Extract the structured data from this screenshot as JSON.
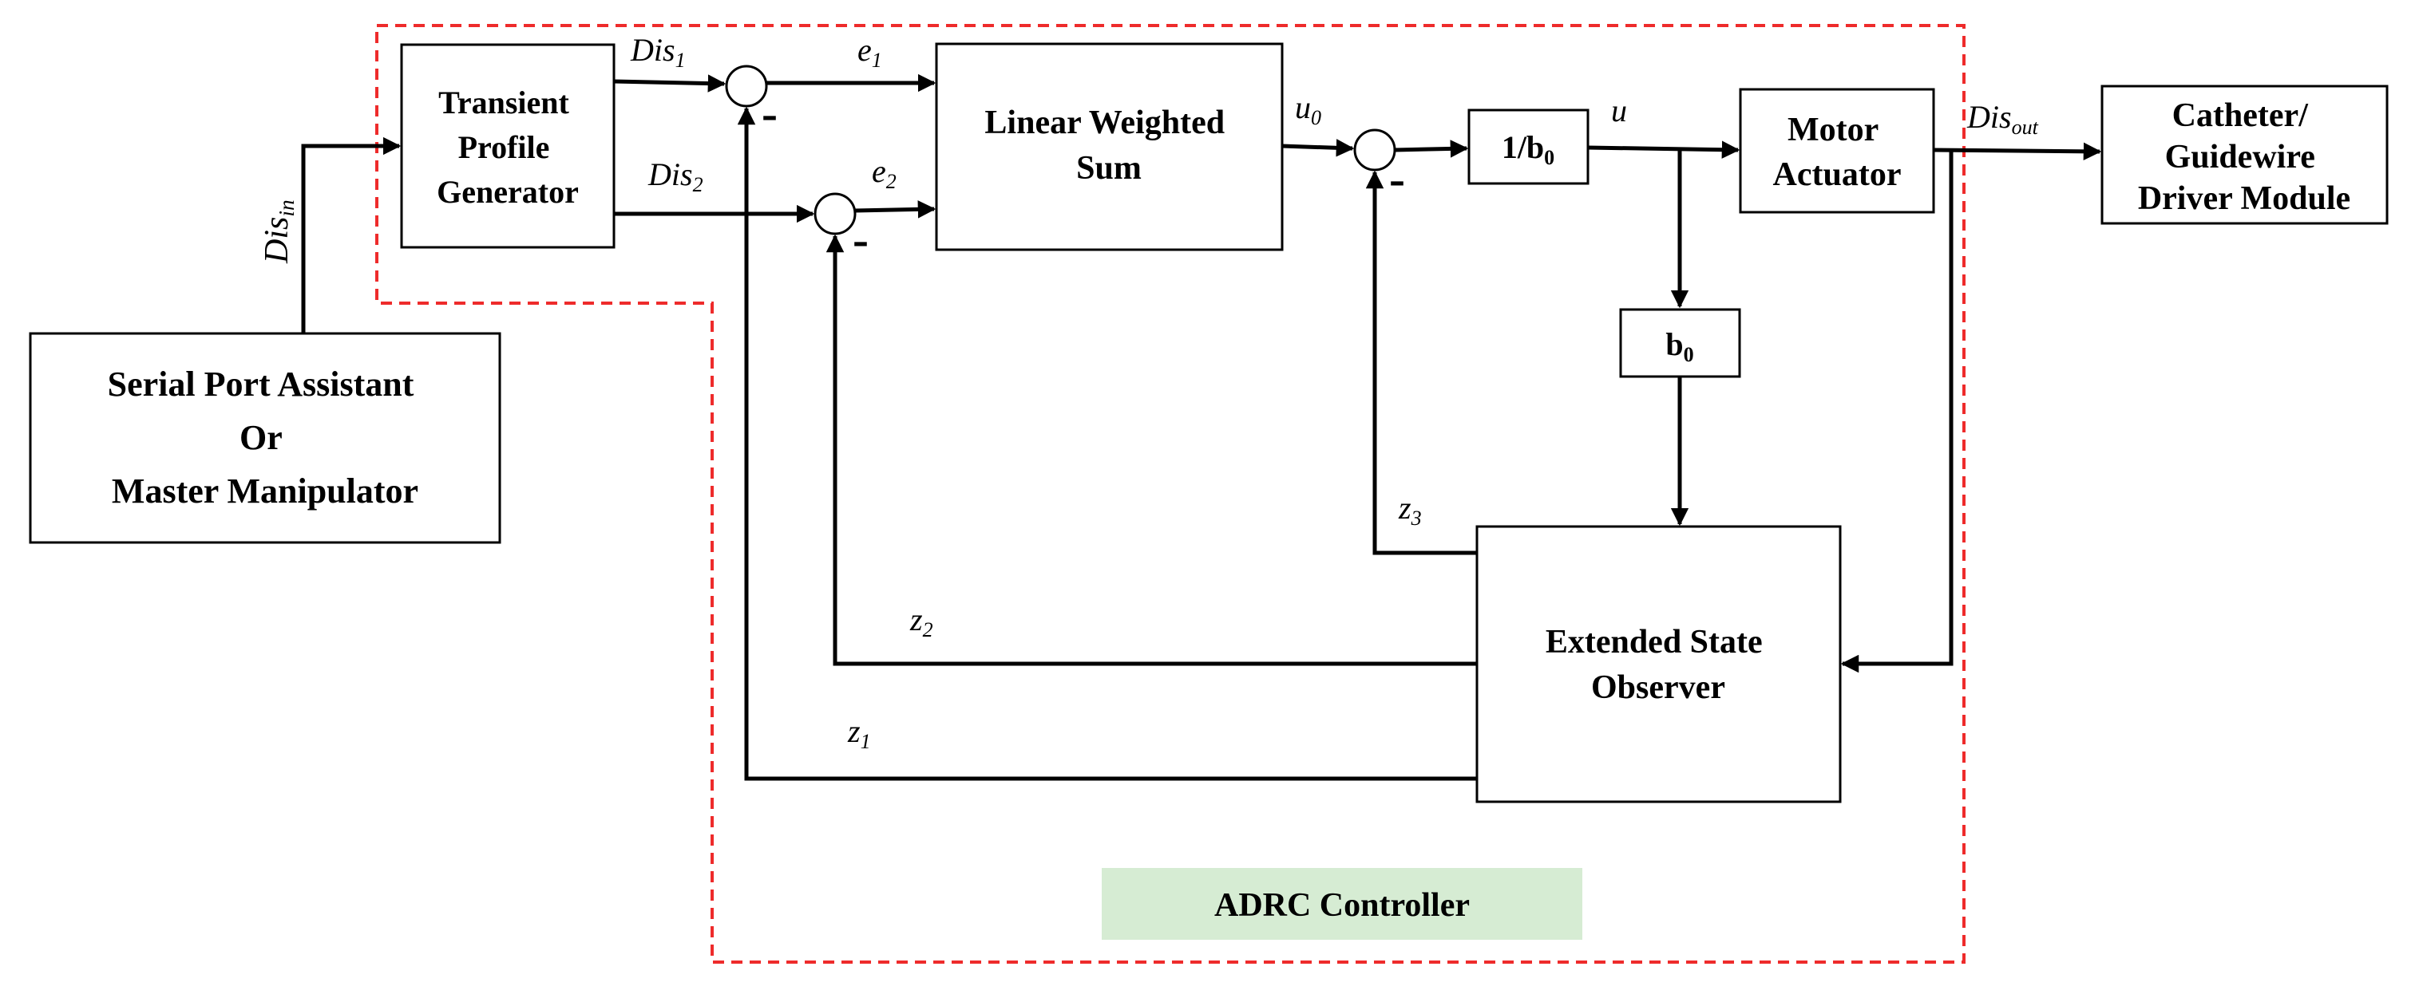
{
  "colors": {
    "controller_border": "#ee2b2b",
    "label_background": "#d6ecd3",
    "line": "#000000"
  },
  "blocks": {
    "source": {
      "line1": "Serial Port Assistant",
      "line2": "Or",
      "line3": "Master Manipulator"
    },
    "tpg": {
      "line1": "Transient",
      "line2": "Profile",
      "line3": "Generator"
    },
    "lws": {
      "line1": "Linear Weighted",
      "line2": "Sum"
    },
    "gain_inv": {
      "main": "1/b",
      "sub": "0"
    },
    "motor": {
      "line1": "Motor",
      "line2": "Actuator"
    },
    "gain_b0": {
      "main": "b",
      "sub": "0"
    },
    "eso": {
      "line1": "Extended State",
      "line2": "Observer"
    },
    "catheter": {
      "line1": "Catheter/",
      "line2": "Guidewire",
      "line3": "Driver Module"
    }
  },
  "signals": {
    "dis_in": {
      "main": "Dis",
      "sub": "in"
    },
    "dis1": {
      "main": "Dis",
      "sub": "1"
    },
    "dis2": {
      "main": "Dis",
      "sub": "2"
    },
    "e1": {
      "main": "e",
      "sub": "1"
    },
    "e2": {
      "main": "e",
      "sub": "2"
    },
    "u0": {
      "main": "u",
      "sub": "0"
    },
    "u": {
      "main": "u"
    },
    "dis_out": {
      "main": "Dis",
      "sub": "out"
    },
    "z1": {
      "main": "z",
      "sub": "1"
    },
    "z2": {
      "main": "z",
      "sub": "2"
    },
    "z3": {
      "main": "z",
      "sub": "3"
    }
  },
  "sum_signs": {
    "minus": "-"
  },
  "controller_label": "ADRC Controller"
}
